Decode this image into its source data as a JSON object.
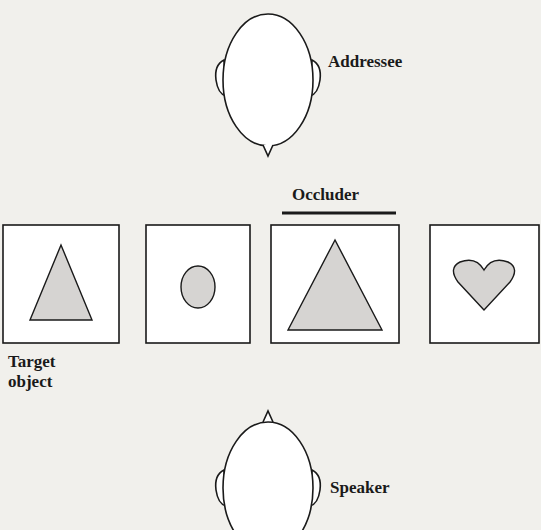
{
  "diagram": {
    "labels": [
      "Addressee",
      "Occluder",
      "Target object",
      "Speaker"
    ]
  }
}
